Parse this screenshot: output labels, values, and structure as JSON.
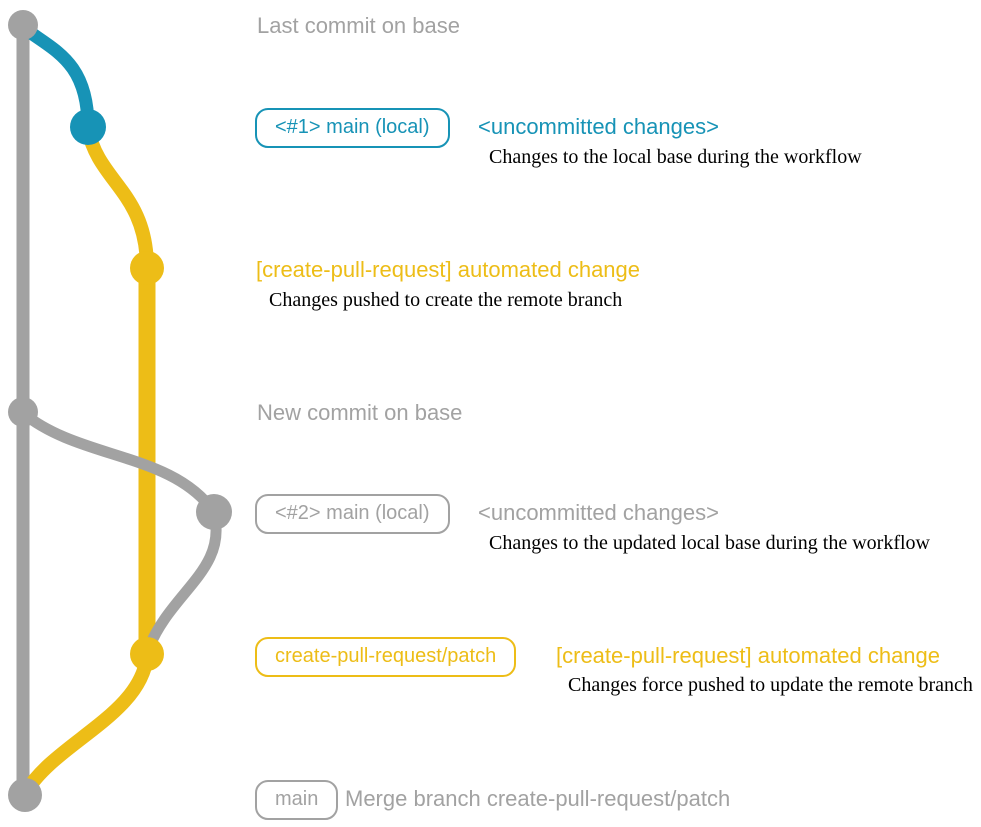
{
  "colors": {
    "gray": "#a2a2a2",
    "blue": "#1793b6",
    "yellow": "#edbd17",
    "ink": "#000000"
  },
  "annotations": {
    "last_commit_on_base": "Last commit on base",
    "new_commit_on_base": "New commit on base"
  },
  "rows": {
    "row1": {
      "badge": "<#1> main (local)",
      "title": "<uncommitted changes>",
      "desc": "Changes to the local base during the workflow"
    },
    "row2": {
      "title": "[create-pull-request] automated change",
      "desc": "Changes pushed to create the remote branch"
    },
    "row3": {
      "badge": "<#2> main (local)",
      "title": "<uncommitted changes>",
      "desc": "Changes to the updated local base during the workflow"
    },
    "row4": {
      "badge": "create-pull-request/patch",
      "title": "[create-pull-request] automated change",
      "desc": "Changes force pushed to update the remote branch"
    },
    "row5": {
      "badge": "main",
      "title": "Merge branch create-pull-request/patch"
    }
  }
}
